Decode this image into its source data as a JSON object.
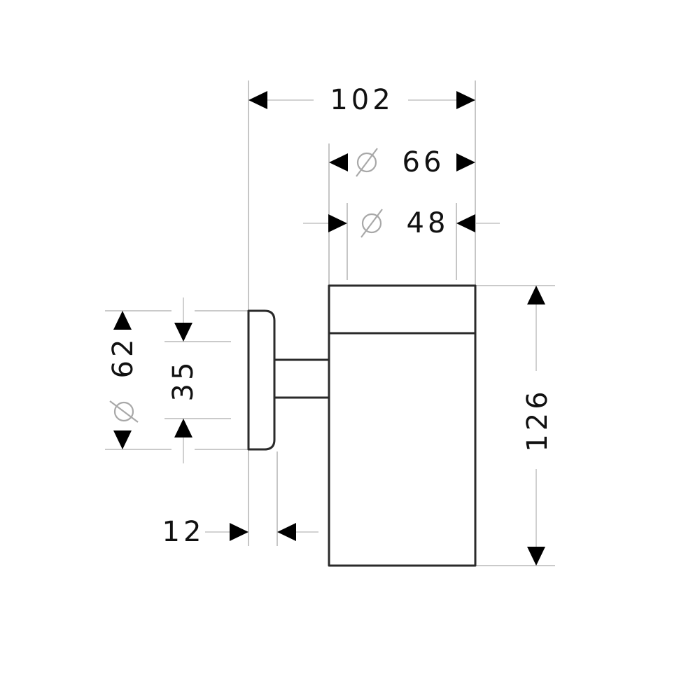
{
  "dimensions": {
    "overall_width": "102",
    "cup_outer_diameter": "66",
    "cup_inner_diameter": "48",
    "rosette_diameter": "62",
    "arm_diameter": "35",
    "rosette_thickness": "12",
    "height": "126"
  },
  "diameter_symbol": "⌀"
}
